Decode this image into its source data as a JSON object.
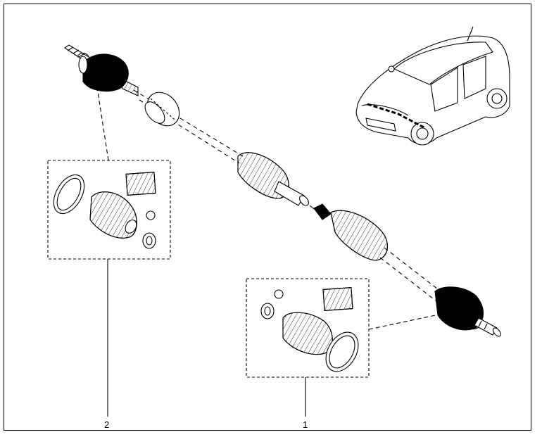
{
  "diagram": {
    "callouts": [
      {
        "id": "kit-outer",
        "label": "1"
      },
      {
        "id": "kit-inner",
        "label": "2"
      }
    ],
    "colors": {
      "line": "#000000",
      "boot": "#000000",
      "background": "#ffffff"
    }
  }
}
